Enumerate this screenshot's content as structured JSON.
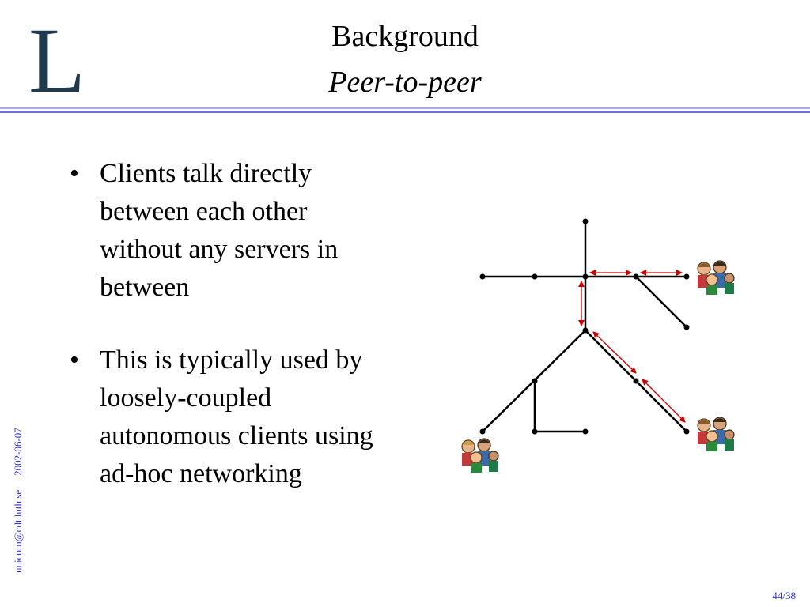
{
  "slide": {
    "logo_letter": "L",
    "title": "Background",
    "subtitle": "Peer-to-peer",
    "bullets": [
      "Clients talk directly between each other without any servers in between",
      "This is typically used by loosely-coupled autonomous clients using ad-hoc networking"
    ],
    "bullet_symbol": "•",
    "footer_email": "unicorn@cdt.luth.se",
    "footer_date": "2002-06-07",
    "page_number": "44/38"
  },
  "diagram": {
    "icons": [
      "people-group-icon",
      "people-group-icon",
      "people-group-icon"
    ],
    "arrow_color": "#cc0000",
    "line_color": "#000000"
  }
}
